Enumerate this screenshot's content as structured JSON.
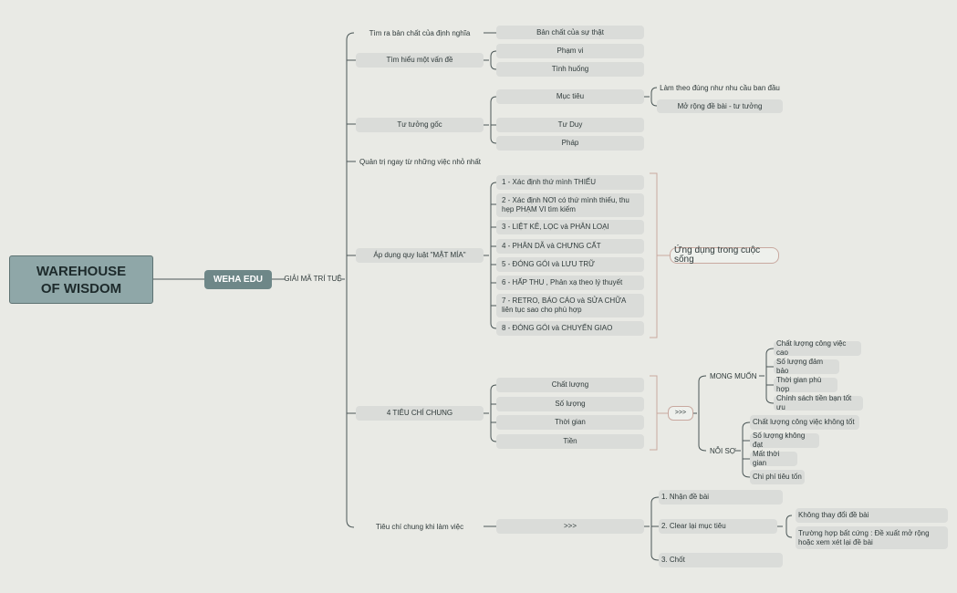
{
  "root": "WAREHOUSE OF WISDOM",
  "main": "WEHA EDU",
  "sub": "GIẢI MÃ TRÍ TUỆ",
  "b1": "Tìm ra bản chất của định nghĩa",
  "b1c": "Bản chất của sự thật",
  "b2": "Tìm hiểu một vấn đề",
  "b2c": [
    "Phạm vi",
    "Tình huống"
  ],
  "b3": "Tư tưởng gốc",
  "b3c": [
    "Mục tiêu",
    "Tư Duy",
    "Pháp"
  ],
  "b3g": [
    "Làm theo đúng như nhu cầu ban đầu",
    "Mở rộng đề bài - tư tưởng"
  ],
  "b4": "Quản trị ngay từ những việc nhỏ nhất",
  "b5": "Áp dụng quy luật \"MẬT MÍA\"",
  "b5c": [
    "1 - Xác định thứ mình THIẾU",
    "2 - Xác định NƠI có thứ mình thiếu, thu hẹp PHẠM VI tìm kiếm",
    "3 - LIỆT KÊ, LỌC và PHÂN LOẠI",
    "4 - PHÂN DÃ và CHƯNG CẤT",
    "5 - ĐÓNG GÓI và LƯU TRỮ",
    "6 - HẤP THU , Phản xạ theo lý thuyết",
    "7 - RETRO, BÁO CÁO và SỬA CHỮA liên tục sao cho phù hợp",
    "8 - ĐÓNG GÓI và CHUYỂN GIAO"
  ],
  "b5sum": "Ứng dụng trong cuộc sống",
  "b6": "4 TIÊU CHÍ CHUNG",
  "b6c": [
    "Chất lượng",
    "Số lượng",
    "Thời gian",
    "Tiền"
  ],
  "b6sum": ">>>",
  "mm": "MONG MUỐN",
  "mmc": [
    "Chất lượng công việc cao",
    "Số lượng đảm bảo",
    "Thời gian phù hợp",
    "Chính sách tiền bạn tốt ưu"
  ],
  "ns": "NỖI SỢ",
  "nsc": [
    "Chất lượng công việc không tốt",
    "Số lượng không đạt",
    "Mất thời gian",
    "Chi phí tiêu tốn"
  ],
  "b7": "Tiêu chí chung khi làm việc",
  "b7c": ">>>",
  "b7g": [
    "1. Nhận đề bài",
    "2. Clear lại mục tiêu",
    "3. Chốt"
  ],
  "b7gg": [
    "Không thay đổi đề bài",
    "Trường hợp bất cứng : Đề xuất mở rộng hoặc xem xét lại đề bài"
  ],
  "colors": {
    "background": "#e9eae5",
    "node": "#dadcd9",
    "main": "#6e8788",
    "root": "#8fa7a8",
    "line": "#4a5656",
    "bracket": "#c9a9a0"
  }
}
